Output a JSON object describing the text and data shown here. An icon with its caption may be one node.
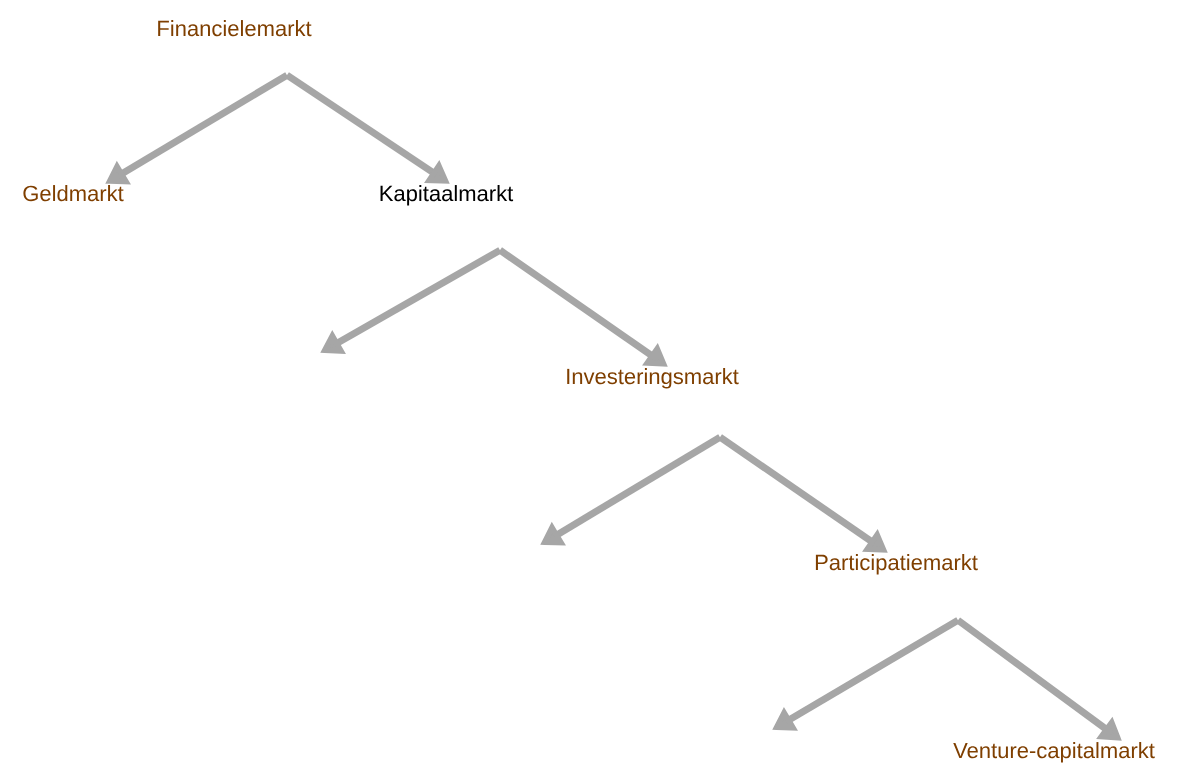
{
  "diagram": {
    "nodes": [
      {
        "text": [
          "Financielemarkt"
        ]
      },
      {
        "text": [
          "Geldmarkt"
        ]
      },
      {
        "text": [
          "Kapitaalmarkt"
        ]
      },
      {
        "text": [
          "Investeringsmarkt"
        ]
      },
      {
        "text": [
          "Participatiemarkt"
        ]
      },
      {
        "text": [
          "Venture-capitalmarkt"
        ]
      }
    ],
    "edges": [
      {
        "from": 0,
        "to": 1,
        "arrow": "to"
      },
      {
        "from": 0,
        "to": 2,
        "arrow": "to"
      },
      {
        "from": 2,
        "to": null,
        "arrow": "to"
      },
      {
        "from": 2,
        "to": 3,
        "arrow": "to"
      },
      {
        "from": 3,
        "to": null,
        "arrow": "to"
      },
      {
        "from": 3,
        "to": 4,
        "arrow": "to"
      },
      {
        "from": 4,
        "to": null,
        "arrow": "to"
      },
      {
        "from": 4,
        "to": 5,
        "arrow": "to"
      }
    ]
  }
}
